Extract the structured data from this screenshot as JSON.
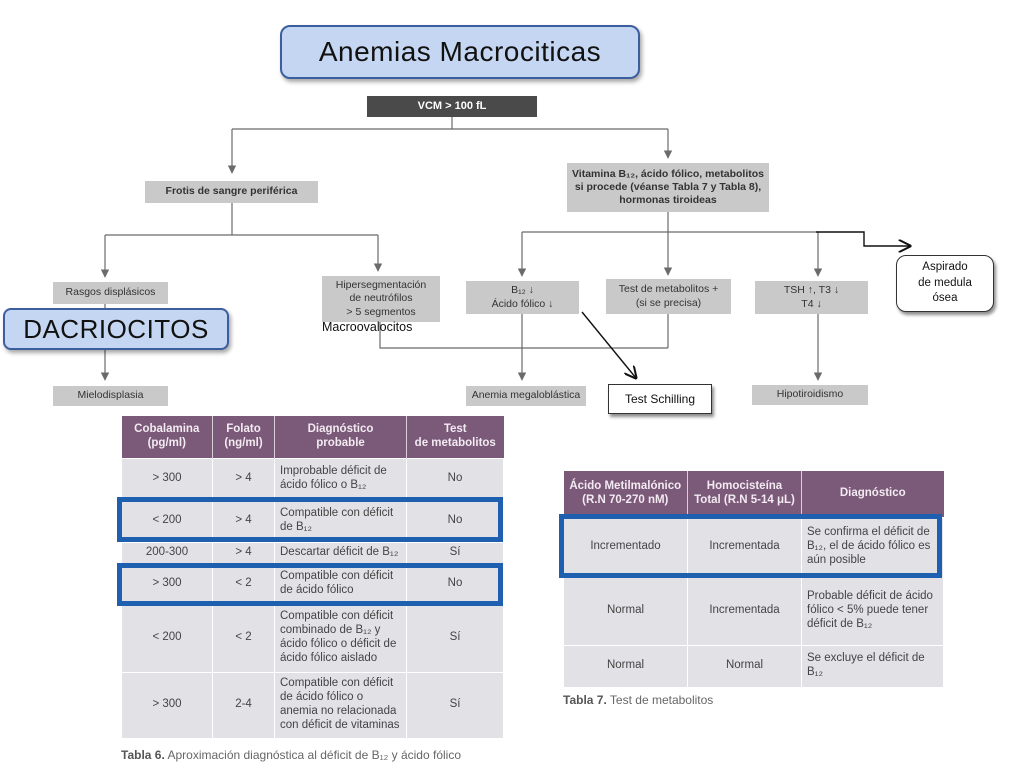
{
  "title": "Anemias Macrociticas",
  "nodes": {
    "vcm": "VCM > 100 fL",
    "frotis": "Frotis de sangre periférica",
    "vitamina": [
      "Vitamina B₁₂, ácido fólico, metabolitos",
      "si procede (véanse Tabla 7 y Tabla 8),",
      "hormonas tiroideas"
    ],
    "rasgos": "Rasgos displásicos",
    "hiperseg": [
      "Hipersegmentación",
      "de neutrófilos",
      "> 5 segmentos"
    ],
    "b12": [
      "B₁₂ ↓",
      "Ácido fólico ↓"
    ],
    "test_metab": [
      "Test de metabolitos +",
      "(si se precisa)"
    ],
    "tsh": [
      "TSH ↑, T3 ↓",
      "T4 ↓"
    ],
    "mielo": "Mielodisplasia",
    "anemia_megalo": "Anemia megaloblástica",
    "hipotiroidismo": "Hipotiroidismo"
  },
  "annotations": {
    "aspirado": [
      "Aspirado",
      "de medula",
      "ósea"
    ],
    "dacriocitos": "DACRIOCITOS",
    "macroovalocitos": "Macroovalocitos",
    "test_schilling": "Test Schilling"
  },
  "table6": {
    "headers": [
      [
        "Cobalamina",
        "(pg/ml)"
      ],
      [
        "Folato",
        "(ng/ml)"
      ],
      [
        "Diagnóstico",
        "probable"
      ],
      [
        "Test",
        "de metabolitos"
      ]
    ],
    "rows": [
      [
        "> 300",
        "> 4",
        "Improbable déficit de ácido fólico o B₁₂",
        "No"
      ],
      [
        "< 200",
        "> 4",
        "Compatible con déficit de B₁₂",
        "No"
      ],
      [
        "200-300",
        "> 4",
        "Descartar déficit de B₁₂",
        "Sí"
      ],
      [
        "> 300",
        "< 2",
        "Compatible con déficit de ácido fólico",
        "No"
      ],
      [
        "< 200",
        "< 2",
        "Compatible con déficit combinado de B₁₂ y ácido fólico o déficit de ácido fólico aislado",
        "Sí"
      ],
      [
        "> 300",
        "2-4",
        "Compatible con déficit de ácido fólico o anemia no relacionada con déficit de vitaminas",
        "Sí"
      ]
    ],
    "caption_label": "Tabla 6.",
    "caption_text": "Aproximación diagnóstica al déficit de B₁₂ y ácido fólico"
  },
  "table7": {
    "headers": [
      [
        "Ácido Metilmalónico",
        "(R.N 70-270 nM)"
      ],
      [
        "Homocisteína",
        "Total (R.N 5-14 μL)"
      ],
      [
        "Diagnóstico"
      ]
    ],
    "rows": [
      [
        "Incrementado",
        "Incrementada",
        "Se confirma el déficit de B₁₂, el de ácido fólico es aún posible"
      ],
      [
        "Normal",
        "Incrementada",
        "Probable déficit de ácido fólico < 5% puede tener déficit de B₁₂"
      ],
      [
        "Normal",
        "Normal",
        "Se excluye el déficit de B₁₂"
      ]
    ],
    "caption_label": "Tabla 7.",
    "caption_text": "Test de metabolitos"
  },
  "colors": {
    "highlight": "#1f5fb0",
    "table_header": "#7a5a78",
    "node_fill": "#c9c9c9",
    "title_fill": "#c4d6f1"
  }
}
